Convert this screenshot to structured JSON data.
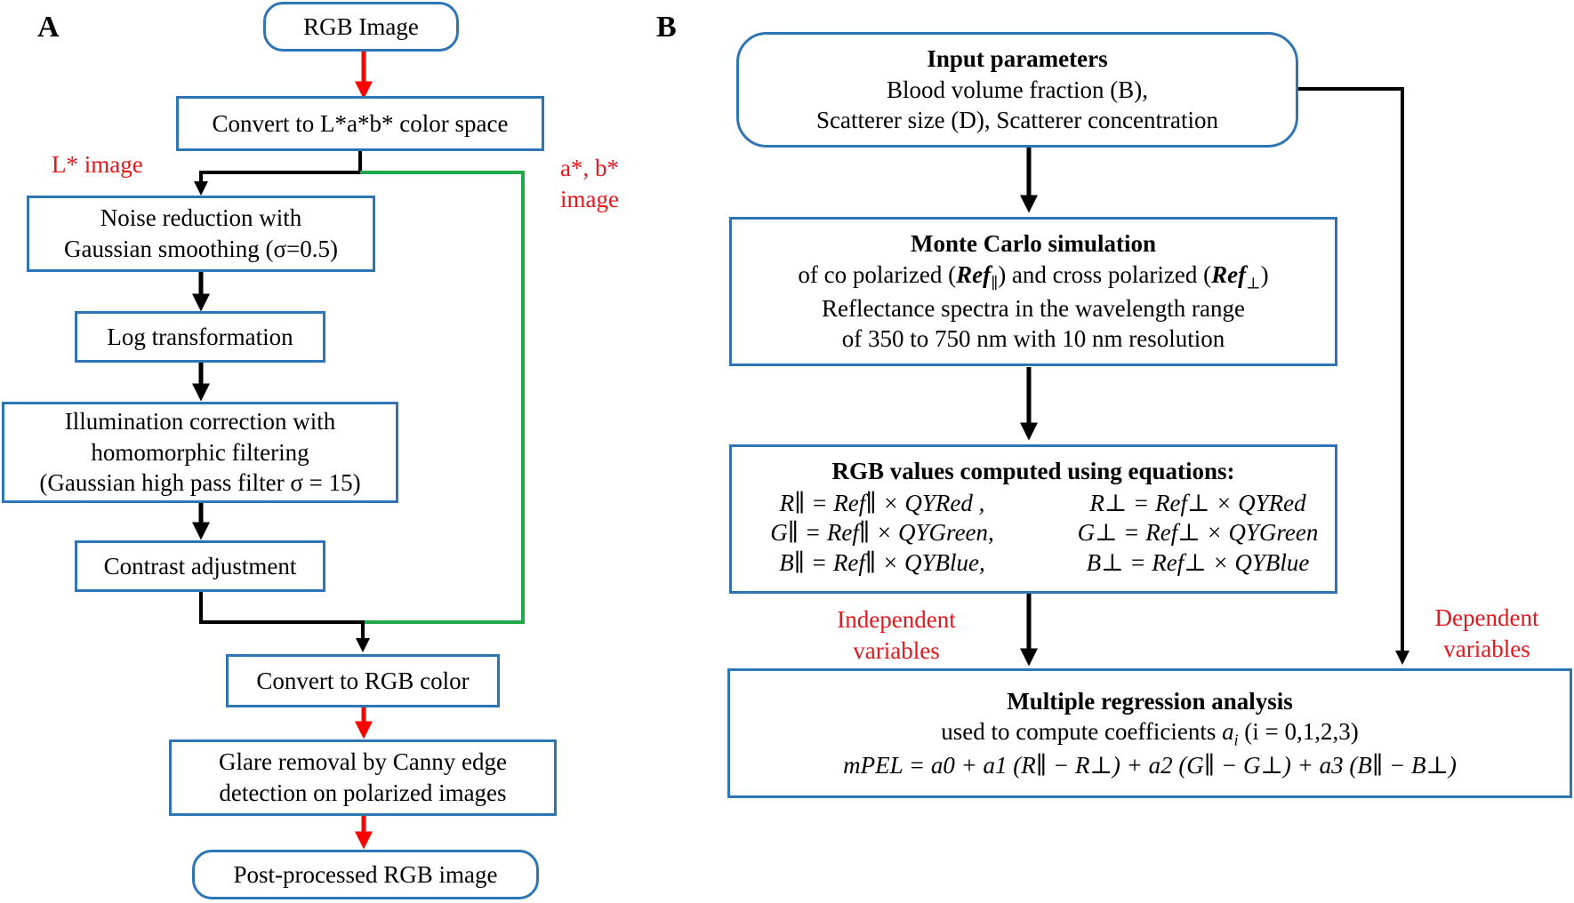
{
  "panels": {
    "a": "A",
    "b": "B"
  },
  "left": {
    "rgb_image": "RGB Image",
    "convert_lab": "Convert to L*a*b* color space",
    "l_image_label": "L* image",
    "ab_image_label_1": "a*, b*",
    "ab_image_label_2": "image",
    "noise_1": "Noise reduction with",
    "noise_2": "Gaussian smoothing (σ=0.5)",
    "log": "Log transformation",
    "illum_1": "Illumination correction with",
    "illum_2": "homomorphic filtering",
    "illum_3": "(Gaussian high pass filter σ = 15)",
    "contrast": "Contrast adjustment",
    "convert_rgb": "Convert to RGB color",
    "glare_1": "Glare removal by Canny edge",
    "glare_2": "detection on polarized images",
    "post": "Post-processed RGB image"
  },
  "right": {
    "input_title": "Input parameters",
    "input_line1": "Blood volume fraction (B),",
    "input_line2": "Scatterer size (D), Scatterer concentration",
    "mc_title": "Monte Carlo simulation",
    "mc_line1_a": "of co polarized (",
    "mc_ref": "Ref",
    "mc_sub_par": "∥",
    "mc_line1_b": ") and cross polarized (",
    "mc_sub_perp": "⊥",
    "mc_line1_c": ")",
    "mc_line2": "Reflectance spectra in the wavelength range",
    "mc_line3": "of 350 to 750 nm with 10 nm resolution",
    "rgb_title": "RGB values computed using equations:",
    "eq_r_par": "R∥ = Ref∥ × QYRed ,",
    "eq_r_perp": "R⊥ = Ref⊥ × QYRed",
    "eq_g_par": "G∥ = Ref∥ × QYGreen,",
    "eq_g_perp": "G⊥ = Ref⊥ × QYGreen",
    "eq_b_par": "B∥ = Ref∥ × QYBlue,",
    "eq_b_perp": "B⊥ = Ref⊥ × QYBlue",
    "indep_1": "Independent",
    "indep_2": "variables",
    "dep_1": "Dependent",
    "dep_2": "variables",
    "mra_title": "Multiple regression analysis",
    "mra_line1": "used to compute coefficients",
    "mra_line1_var": "a",
    "mra_line1_sub": "i",
    "mra_line1_b": "(i  =  0,1,2,3)",
    "mra_eq": "mPEL = a0 +  a1 (R∥ − R⊥) +  a2 (G∥ −  G⊥) + a3 (B∥ −  B⊥)"
  },
  "colors": {
    "box_border": "#2e75b6",
    "red_arrow": "#ff0000",
    "green_line": "#22a84a",
    "label_red": "#e8161b"
  }
}
